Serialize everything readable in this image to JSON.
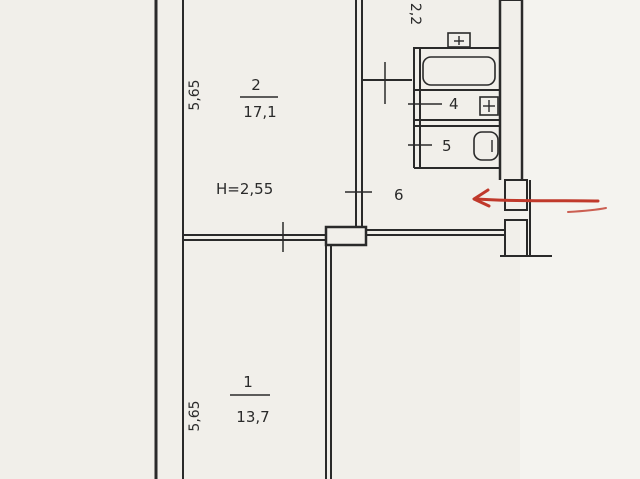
{
  "plan": {
    "room_2": {
      "number": "2",
      "area": "17,1"
    },
    "room_1": {
      "number": "1",
      "area": "13,7"
    },
    "room_4": {
      "number": "4"
    },
    "room_5": {
      "number": "5"
    },
    "room_6": {
      "number": "6"
    },
    "ceiling_height": "H=2,55",
    "dimension_upper": "5,65",
    "dimension_lower": "5,65",
    "dimension_top_partial": "2,2",
    "colors": {
      "paper": "#f1efea",
      "ink": "#2a2a2a",
      "arrow": "#c0392b"
    },
    "icons": [
      "arrow-marker",
      "bathtub-icon",
      "sink-icon",
      "toilet-icon"
    ]
  }
}
